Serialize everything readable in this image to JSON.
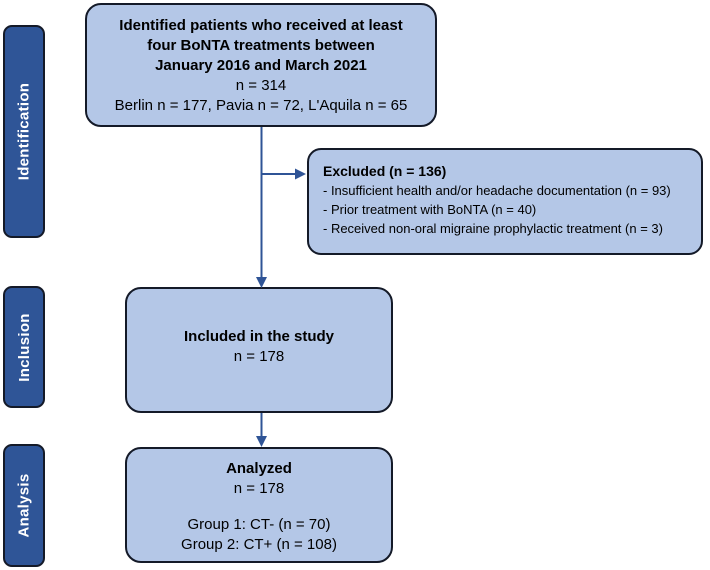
{
  "diagram": {
    "stages": [
      {
        "label": "Identification"
      },
      {
        "label": "Inclusion"
      },
      {
        "label": "Analysis"
      }
    ],
    "boxes": {
      "identified": {
        "title_lines": [
          "Identified patients who received at least",
          "four BoNTA treatments between",
          "January 2016 and March 2021"
        ],
        "n_line": "n = 314",
        "centers_line": "Berlin n = 177, Pavia n = 72, L'Aquila n = 65"
      },
      "excluded": {
        "title": "Excluded (n = 136)",
        "items": [
          "- Insufficient health and/or headache documentation (n = 93)",
          "- Prior treatment with BoNTA (n = 40)",
          "- Received non-oral migraine prophylactic treatment (n = 3)"
        ]
      },
      "included": {
        "title": "Included in the study",
        "n_line": "n = 178"
      },
      "analyzed": {
        "title": "Analyzed",
        "n_line": "n = 178",
        "group_lines": [
          "Group 1: CT- (n = 70)",
          "Group 2: CT+ (n = 108)"
        ]
      }
    },
    "colors": {
      "box_fill": "#b4c7e7",
      "box_border": "#141a28",
      "stage_fill": "#2f5597",
      "stage_text": "#ffffff",
      "arrow": "#2f5496",
      "text": "#000000"
    }
  }
}
